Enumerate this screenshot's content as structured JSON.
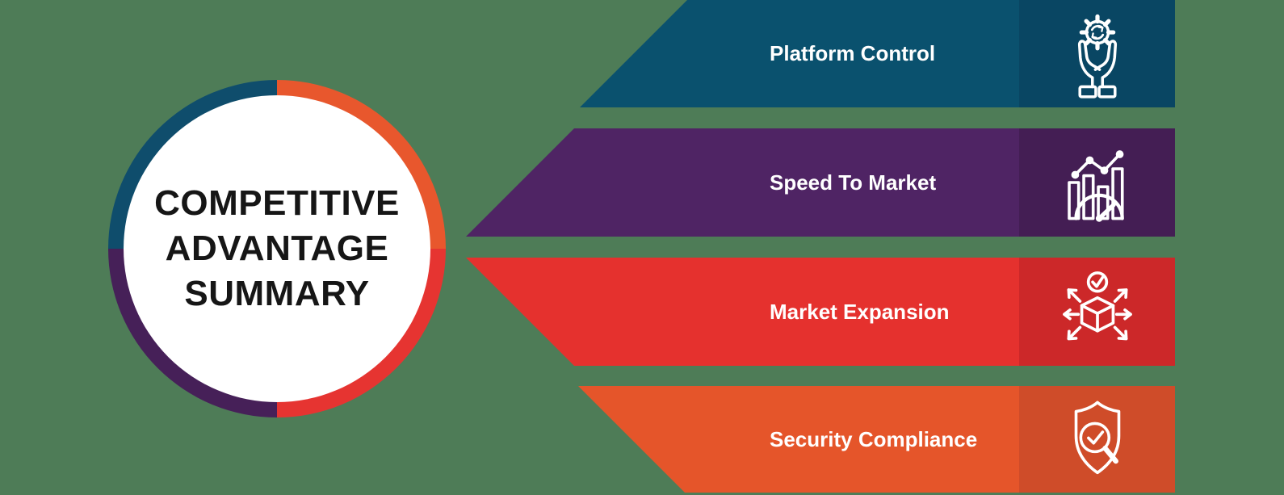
{
  "circle": {
    "title_lines": [
      "COMPETITIVE",
      "ADVANTAGE",
      "SUMMARY"
    ],
    "text_color": "#161616",
    "inner_color": "#FFFFFF",
    "ring_colors": {
      "top_left": "#0F4D6C",
      "top_right": "#E8572D",
      "bottom_right": "#E63431",
      "bottom_left": "#462058"
    }
  },
  "bars": [
    {
      "label": "Platform Control",
      "icon": "hands-gear-sync-icon",
      "bar_color": "#0A516E",
      "icon_box_color": "#094663"
    },
    {
      "label": "Speed To Market",
      "icon": "growth-speedometer-icon",
      "bar_color": "#4F2464",
      "icon_box_color": "#441E54"
    },
    {
      "label": "Market Expansion",
      "icon": "cube-expansion-arrows-icon",
      "bar_color": "#E5312E",
      "icon_box_color": "#CC2829"
    },
    {
      "label": "Security Compliance",
      "icon": "shield-magnifier-check-icon",
      "bar_color": "#E5552A",
      "icon_box_color": "#CF4C29"
    }
  ],
  "colors": {
    "background": "#4E7C57",
    "label_text": "#FFFFFF",
    "icon_stroke": "#FFFFFF"
  }
}
